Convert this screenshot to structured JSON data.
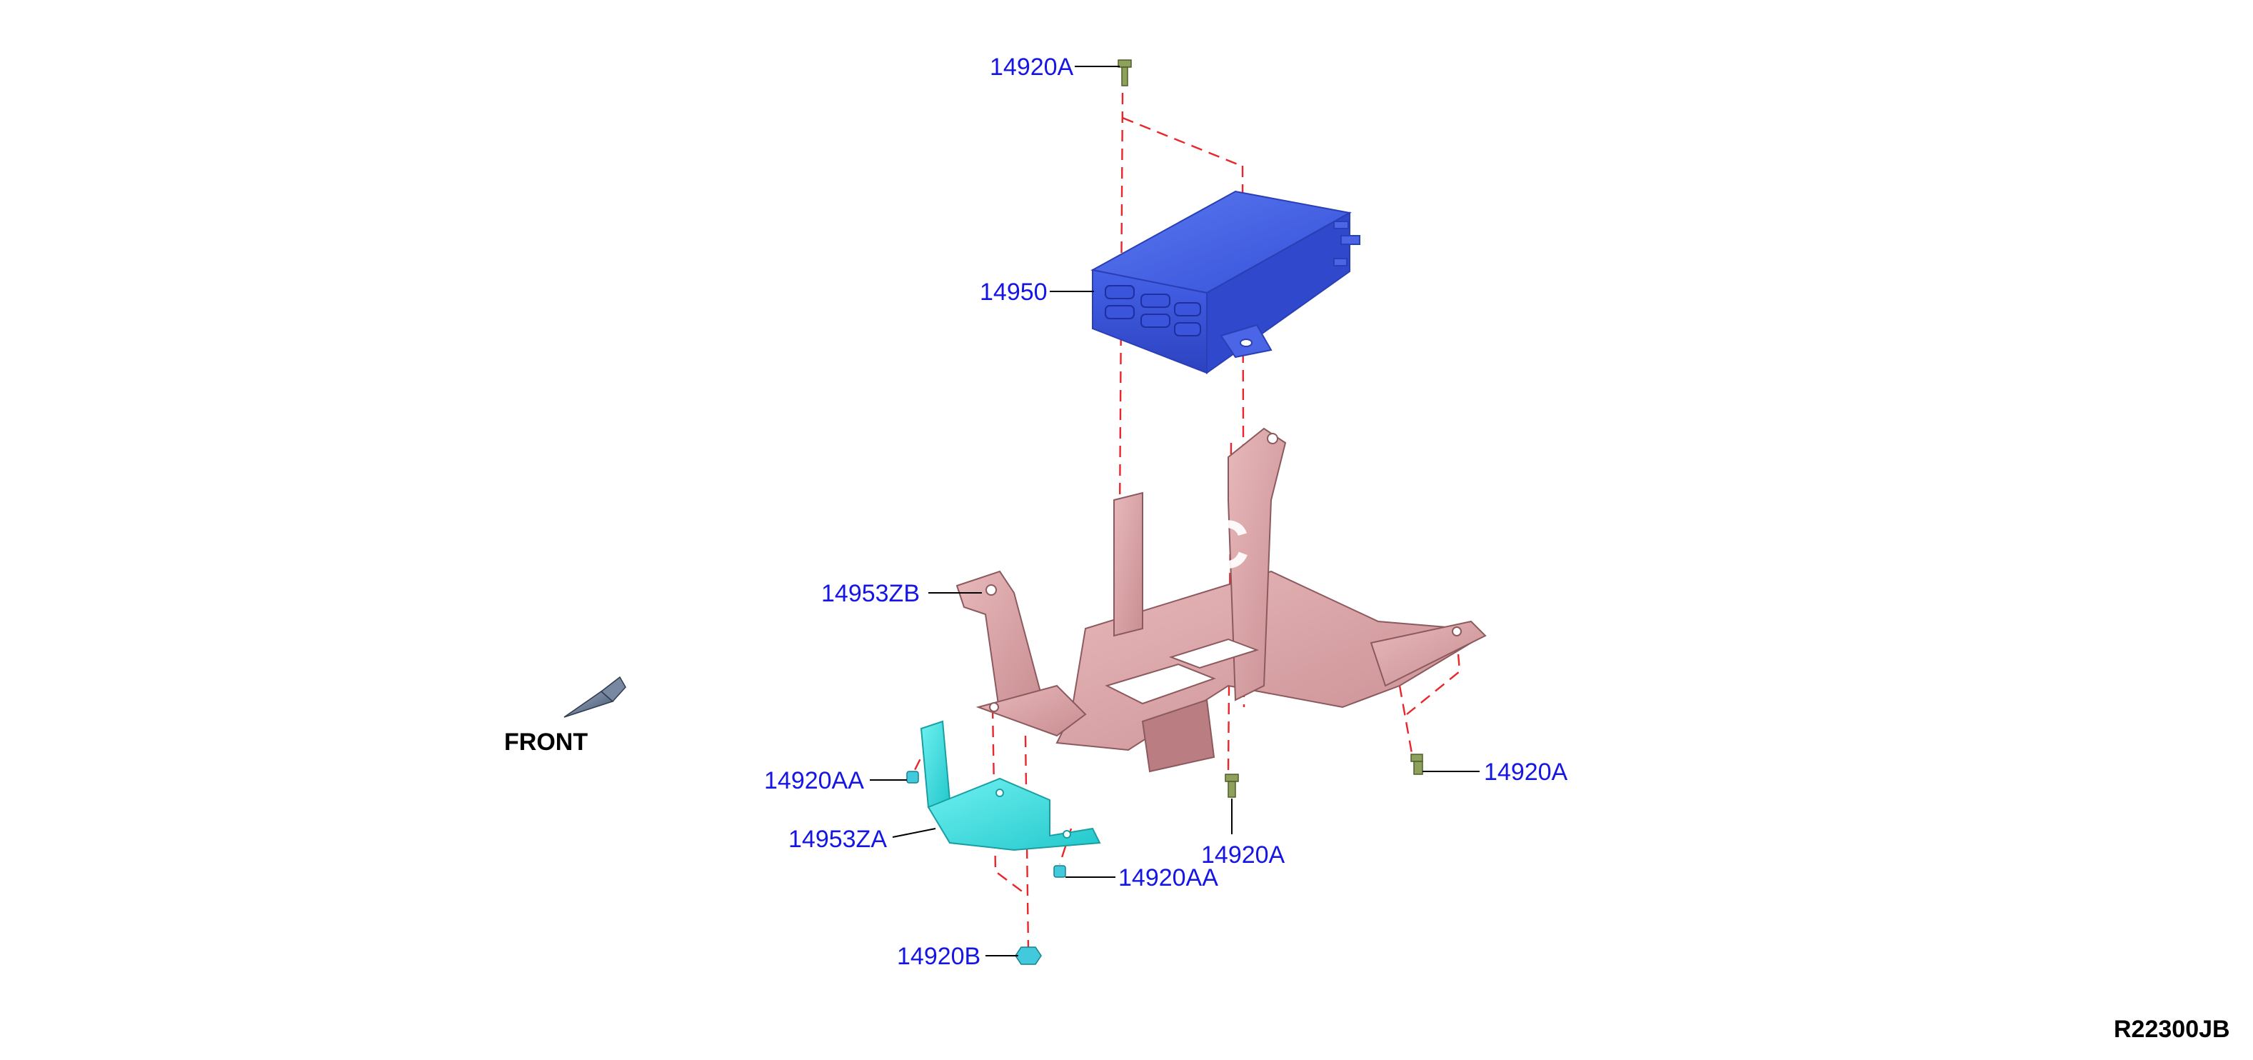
{
  "colors": {
    "label": "#1515e6",
    "leader": "#000000",
    "dash": "#e8262b",
    "canister": "#3e5be6",
    "bracket_main": "#d9a3a6",
    "bracket_small": "#39e3e3",
    "bolt": "#8da15a",
    "nut": "#42c9dc"
  },
  "parts": {
    "bolt_top": "14920A",
    "canister": "14950",
    "bracket_main": "14953ZB",
    "bolt_small_left": "14920AA",
    "bracket_small": "14953ZA",
    "bolt_center": "14920A",
    "bolt_right": "14920A",
    "bolt_small_right": "14920AA",
    "nut_bottom": "14920B"
  },
  "direction": {
    "label": "FRONT",
    "icon": "arrow-cone-icon"
  },
  "watermark": {
    "text": "s/C"
  },
  "diagram_code": "R22300JB"
}
